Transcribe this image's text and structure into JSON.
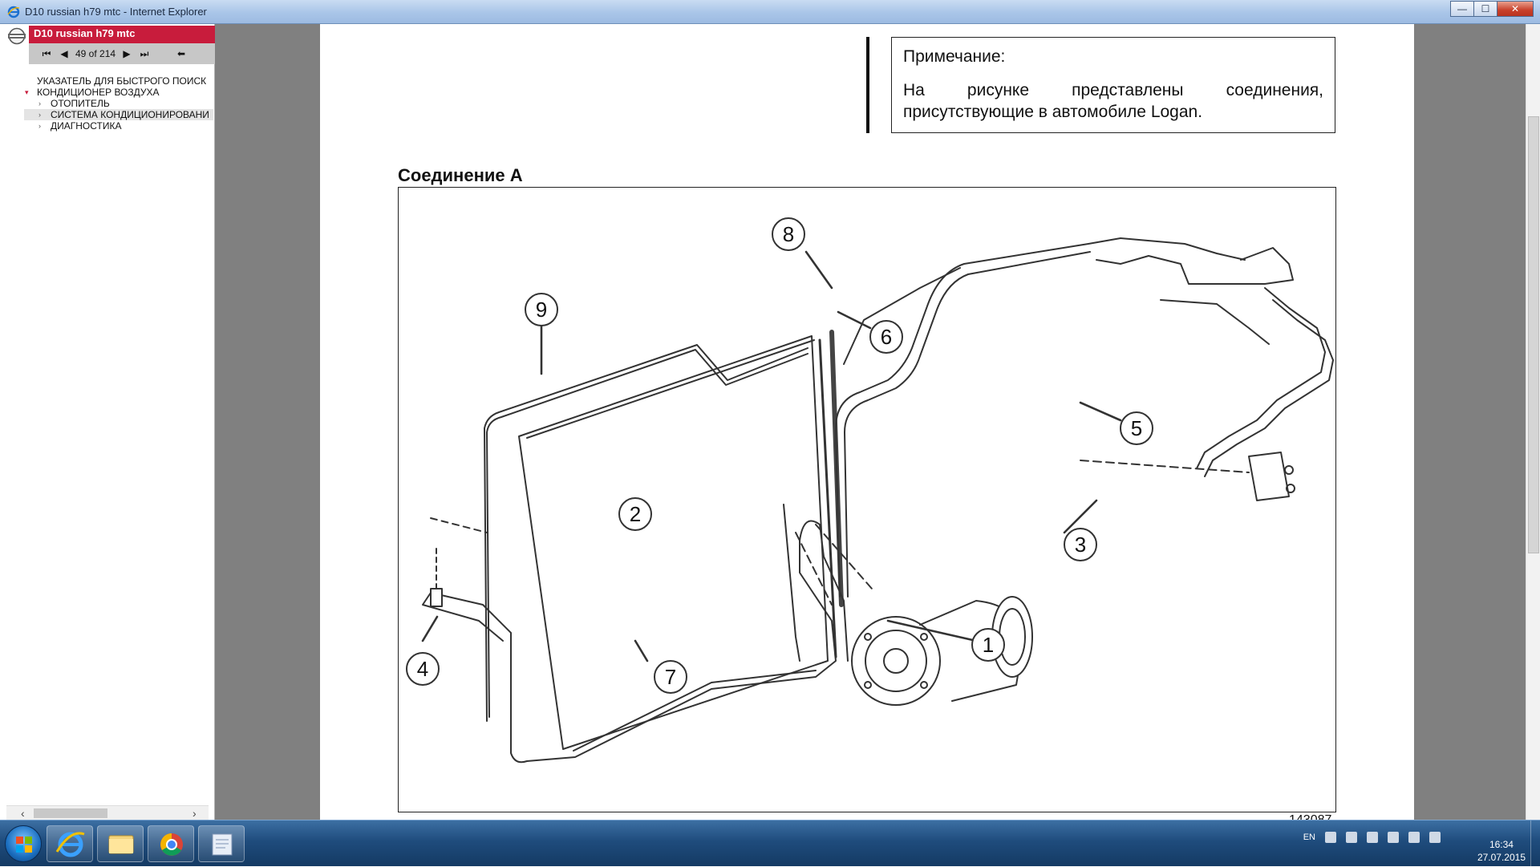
{
  "window": {
    "title": "D10 russian h79 mtc - Internet Explorer",
    "controls": {
      "minimize": "—",
      "maximize": "☐",
      "close": "✕"
    }
  },
  "sidebar": {
    "doc_title": "D10 russian h79 mtc",
    "nav": {
      "page_indicator": "49 of 214"
    },
    "tree": {
      "root": "УКАЗАТЕЛЬ ДЛЯ БЫСТРОГО ПОИСК",
      "section": "КОНДИЦИОНЕР ВОЗДУХА",
      "items": [
        "ОТОПИТЕЛЬ",
        "СИСТЕМА КОНДИЦИОНИРОВАНИ",
        "ДИАГНОСТИКА"
      ],
      "selected_index": 1
    }
  },
  "page": {
    "note_title": "Примечание:",
    "note_body": "На рисунке представлены соединения, присутствующие в автомобиле Logan.",
    "connection_heading": "Соединение А",
    "figure_number": "143087",
    "callouts": [
      "1",
      "2",
      "3",
      "4",
      "5",
      "6",
      "7",
      "8",
      "9"
    ]
  },
  "taskbar": {
    "language": "EN",
    "time": "16:34",
    "date": "27.07.2015"
  },
  "icons": {
    "ie": "internet-explorer-icon",
    "explorer": "folder-icon",
    "chrome": "chrome-icon",
    "app": "document-app-icon"
  },
  "colors": {
    "brand_red": "#c81c3c",
    "viewer_gray": "#808080",
    "taskbar_blue": "#1f4c7d"
  }
}
